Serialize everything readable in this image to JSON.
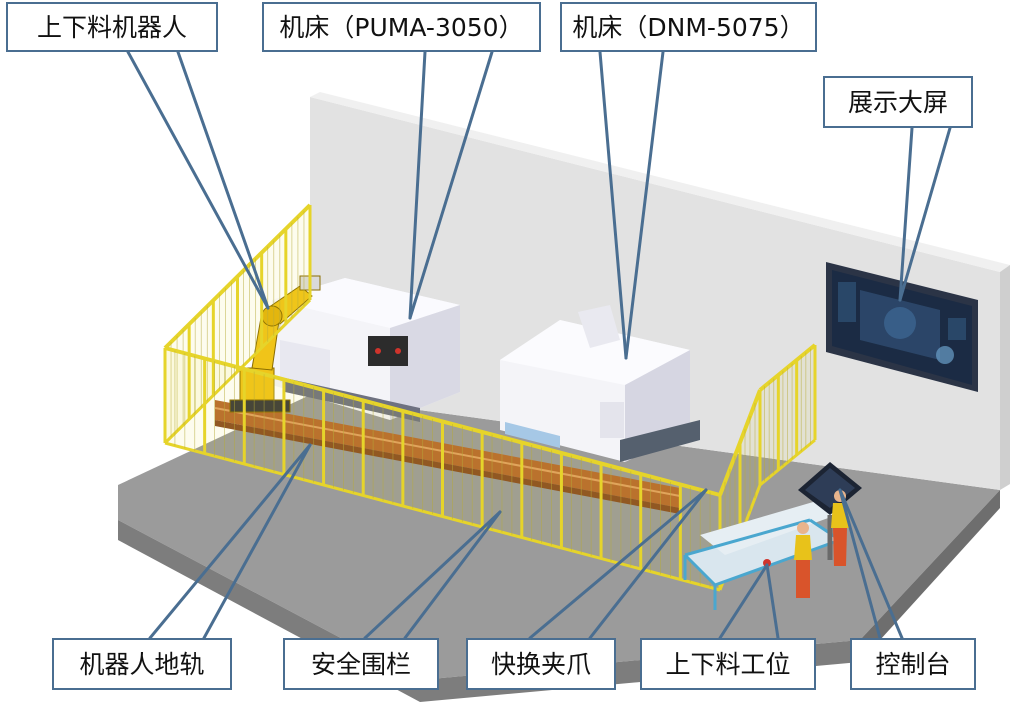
{
  "labels": {
    "robot": "上下料机器人",
    "machine_puma": "机床（PUMA-3050）",
    "machine_dnm": "机床（DNM-5075）",
    "display_screen": "展示大屏",
    "robot_rail": "机器人地轨",
    "safety_fence": "安全围栏",
    "quick_change_gripper": "快换夹爪",
    "loading_station": "上下料工位",
    "control_console": "控制台"
  },
  "colors": {
    "callout_border": "#4a6e91",
    "leader_line": "#4a6e91",
    "fence": "#e6d42a",
    "robot": "#f0c419",
    "floor": "#9a9a9a",
    "wall": "#e0e0e0",
    "machine": "#f2f2f6",
    "screen": "#1e2a3f",
    "worker_shirt": "#e8c21a",
    "worker_pants": "#d9542b"
  }
}
